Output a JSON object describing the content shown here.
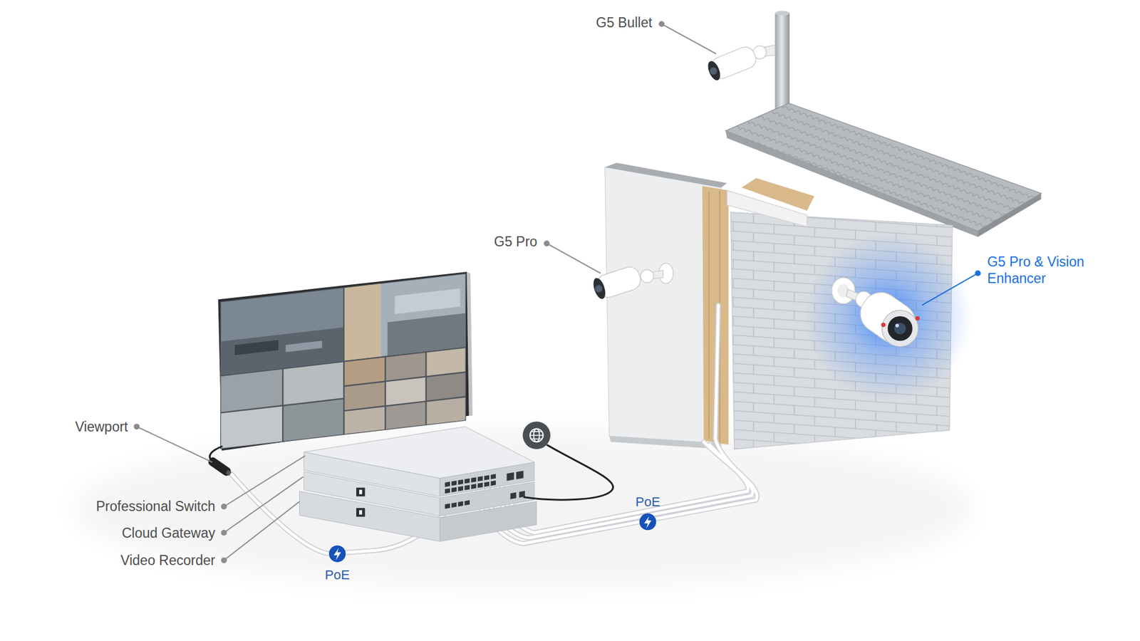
{
  "diagram": {
    "labels": [
      "G5 Bullet",
      "G5 Pro",
      "G5 Pro & Vision Enhancer",
      "Viewport",
      "Professional Switch",
      "Cloud Gateway",
      "Video Recorder",
      "PoE",
      "PoE"
    ]
  }
}
